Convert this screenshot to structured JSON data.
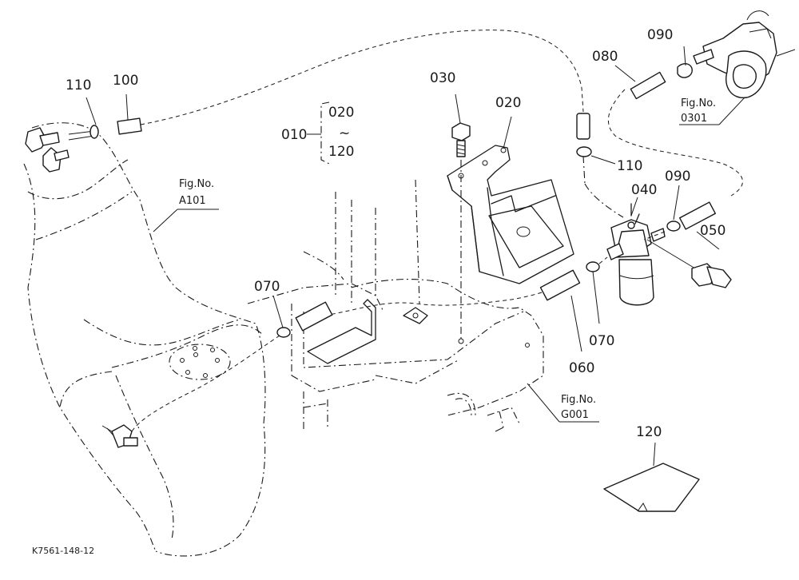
{
  "diagram": {
    "drawing_code": "K7561-148-12",
    "part_labels": {
      "p110_left": "110",
      "p100": "100",
      "p010": "010",
      "p020_range": "020",
      "range_mark": "~",
      "p120_range": "120",
      "p030": "030",
      "p020": "020",
      "p080": "080",
      "p090_top": "090",
      "p110_right": "110",
      "p040": "040",
      "p090_right": "090",
      "p050": "050",
      "p070_left": "070",
      "p070_right": "070",
      "p060": "060",
      "p120": "120"
    },
    "fig_refs": {
      "a101": {
        "title": "Fig.No.",
        "number": "A101"
      },
      "g001": {
        "title": "Fig.No.",
        "number": "G001"
      },
      "f0301": {
        "title": "Fig.No.",
        "number": "0301"
      }
    },
    "colors": {
      "ink": "#1a1a1a",
      "paper": "#ffffff"
    }
  }
}
